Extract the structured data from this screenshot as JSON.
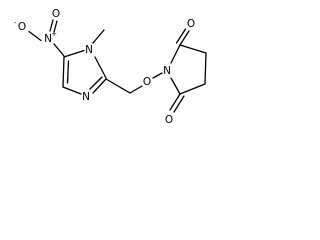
{
  "structure": {
    "atoms": {
      "nitro_O_minus": {
        "symbol": "O",
        "charge": "-"
      },
      "nitro_N_plus": {
        "symbol": "N",
        "charge": "+"
      },
      "nitro_O_double": {
        "symbol": "O",
        "charge": ""
      },
      "ring_N1_methyl": {
        "symbol": "N",
        "charge": ""
      },
      "ring_N3": {
        "symbol": "N",
        "charge": ""
      },
      "ether_O": {
        "symbol": "O",
        "charge": ""
      },
      "succinimide_N": {
        "symbol": "N",
        "charge": ""
      },
      "carbonyl_O_top": {
        "symbol": "O",
        "charge": ""
      },
      "carbonyl_O_bottom": {
        "symbol": "O",
        "charge": ""
      }
    },
    "methyl_bond_visible": true
  },
  "colors": {
    "bond": "#000000",
    "text": "#000000",
    "background": "#ffffff"
  }
}
